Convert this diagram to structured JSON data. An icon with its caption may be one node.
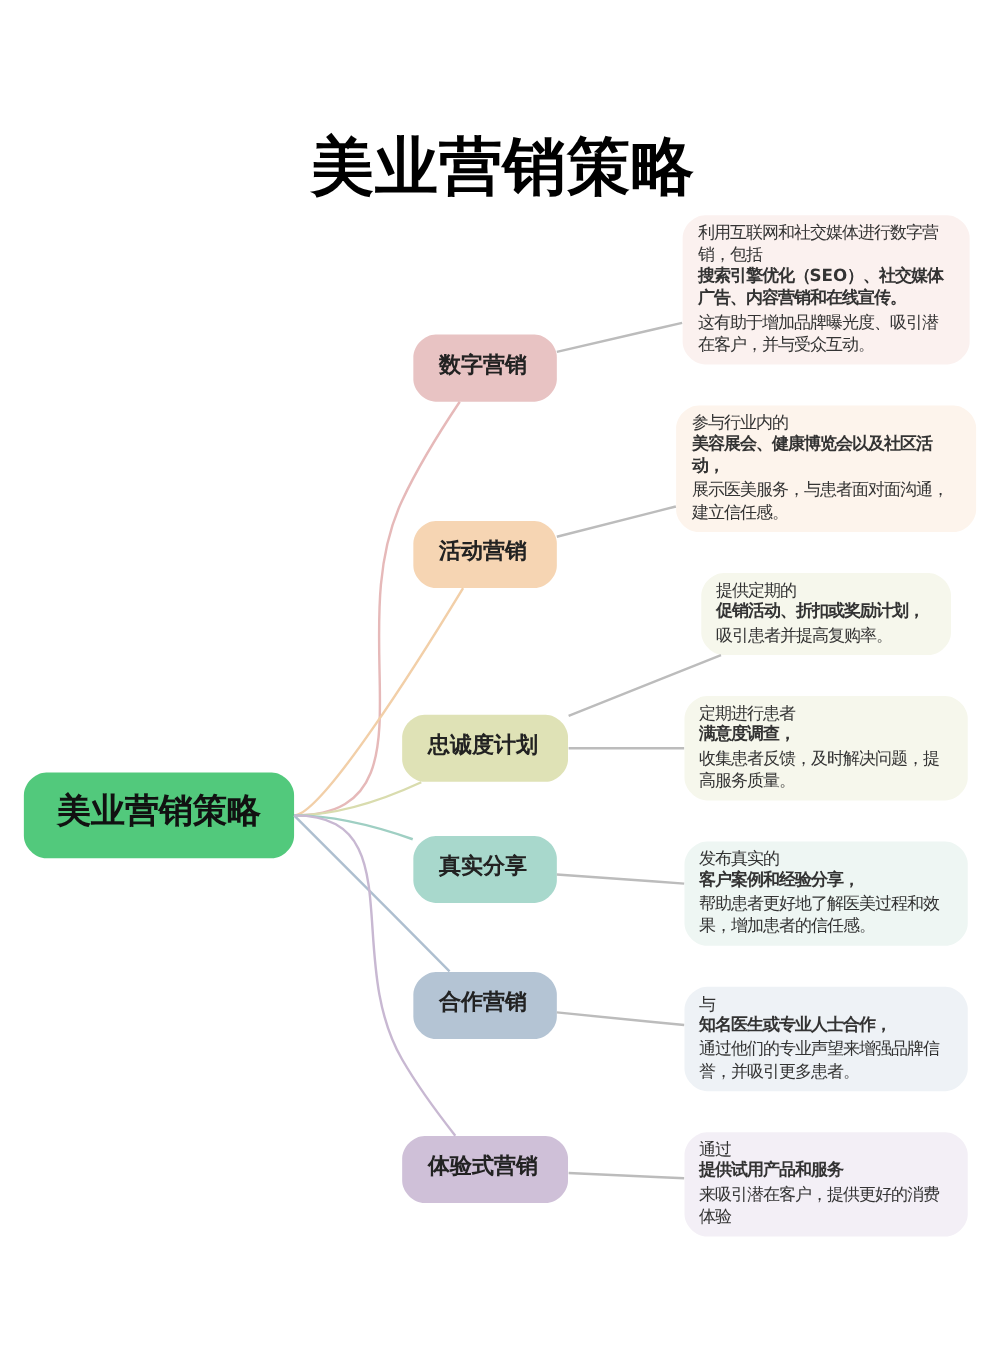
{
  "diagram": {
    "title": "美业营销策略",
    "nodes": [
      {
        "text": [
          "美业营销策略"
        ]
      },
      {
        "text": [
          "数字营销"
        ]
      },
      {
        "text": [
          "利用互联网和社交媒体进行数字营销，包括**搜索引擎优化（SEO）、社交媒体广告、内容营销和在线宣传**。这有助于增加品牌曝光度、吸引潜在客户，并与受众互动。"
        ]
      },
      {
        "text": [
          "活动营销"
        ]
      },
      {
        "text": [
          "参与行业内的**美容展会、健康博览会以及社区活动**，展示医美服务，与患者面对面沟通，建立信任感。"
        ]
      },
      {
        "text": [
          "忠诚度计划"
        ]
      },
      {
        "text": [
          "提供定期的**促销活动、折扣或奖励计划**，吸引患者并提高复购率。"
        ]
      },
      {
        "text": [
          "定期进行患者**满意度调查**，收集患者反馈，及时解决问题，提高服务质量。"
        ]
      },
      {
        "text": [
          "真实分享"
        ]
      },
      {
        "text": [
          "发布真实的**客户案例和经验分享**，帮助患者更好地了解医美过程和效果，增加患者的信任感。"
        ]
      },
      {
        "text": [
          "合作营销"
        ]
      },
      {
        "text": [
          "与**知名医生或专业人士合作**，通过他们的专业声望来增强品牌信誉，并吸引更多患者。"
        ]
      },
      {
        "text": [
          "体验式营销"
        ]
      },
      {
        "text": [
          "通过**提供试用产品和服务**来吸引潜在客户，提供更好的消费体验"
        ]
      }
    ],
    "edges": [
      {
        "from": 0,
        "to": 1,
        "arrow": "none",
        "color": "#e6b9b9"
      },
      {
        "from": 1,
        "to": 2,
        "arrow": "none"
      },
      {
        "from": 0,
        "to": 3,
        "arrow": "none",
        "color": "#f2cfa8"
      },
      {
        "from": 3,
        "to": 4,
        "arrow": "none"
      },
      {
        "from": 0,
        "to": 5,
        "arrow": "none",
        "color": "#d9dcae"
      },
      {
        "from": 5,
        "to": 6,
        "arrow": "none"
      },
      {
        "from": 5,
        "to": 7,
        "arrow": "none"
      },
      {
        "from": 0,
        "to": 8,
        "arrow": "none",
        "color": "#9fcfc3"
      },
      {
        "from": 8,
        "to": 9,
        "arrow": "none"
      },
      {
        "from": 0,
        "to": 10,
        "arrow": "none",
        "color": "#aebfd0"
      },
      {
        "from": 10,
        "to": 11,
        "arrow": "none"
      },
      {
        "from": 0,
        "to": 12,
        "arrow": "none",
        "color": "#c8b8d2"
      },
      {
        "from": 12,
        "to": 13,
        "arrow": "none"
      }
    ]
  }
}
